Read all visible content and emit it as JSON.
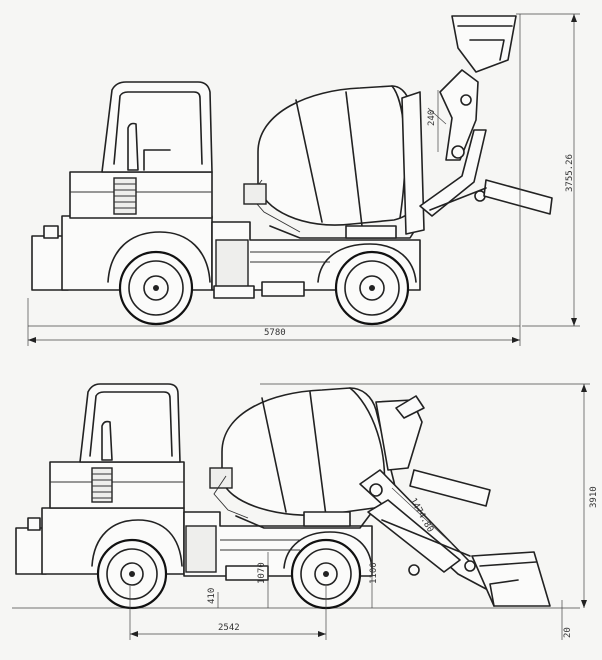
{
  "top_view": {
    "dims": {
      "overall_length": "5780",
      "overall_height": "3755.26",
      "bucket_offset": "240"
    }
  },
  "bottom_view": {
    "dims": {
      "wheelbase": "2542",
      "height": "3910",
      "ground_clearance": "410",
      "axle_height": "1070",
      "frame_height": "1100",
      "arm_length": "1474.80",
      "bucket_depth": "20"
    }
  }
}
